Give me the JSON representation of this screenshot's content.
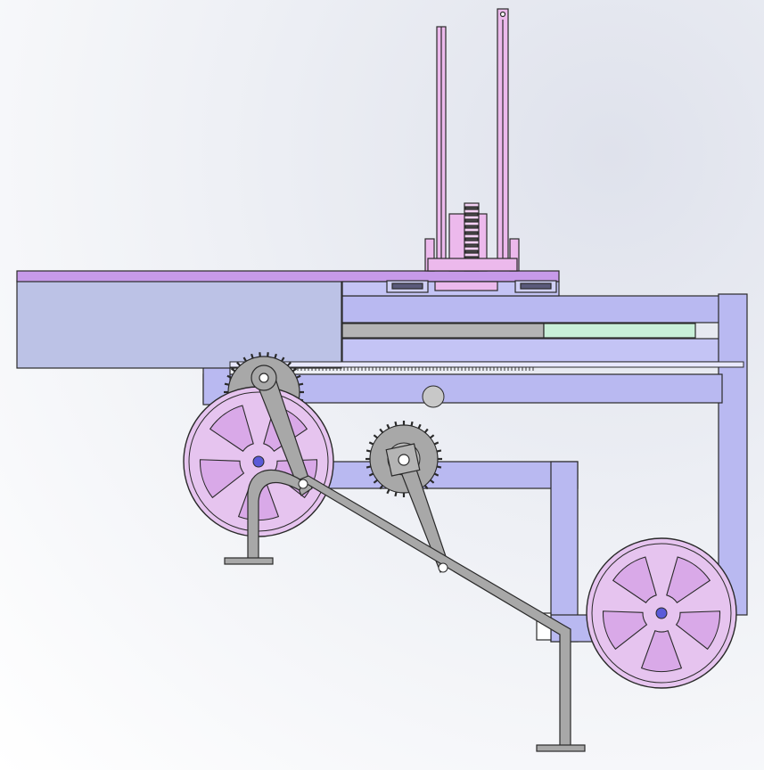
{
  "scene": {
    "colors": {
      "frame": "#b9b9f1",
      "frame_light": "#c4c4f5",
      "plate": "#bcc2e6",
      "top_plate": "#c79ae9",
      "wheel": "#e6c4ef",
      "mast": "#ecb9ec",
      "linkage": "#a8a8a8",
      "gear_dark": "#a4a4a4",
      "slot_green": "#c8f0d8",
      "outline": "#2a2a2a"
    },
    "parts": [
      "top-plate",
      "lower-housing",
      "mast-left",
      "mast-right",
      "rack-column",
      "main-frame",
      "rail-upper",
      "rail-lower",
      "sprocket-small",
      "sprocket-large",
      "front-wheel",
      "rear-wheel",
      "crank-arm",
      "leg-front",
      "leg-rear",
      "foot-front",
      "foot-rear"
    ]
  }
}
